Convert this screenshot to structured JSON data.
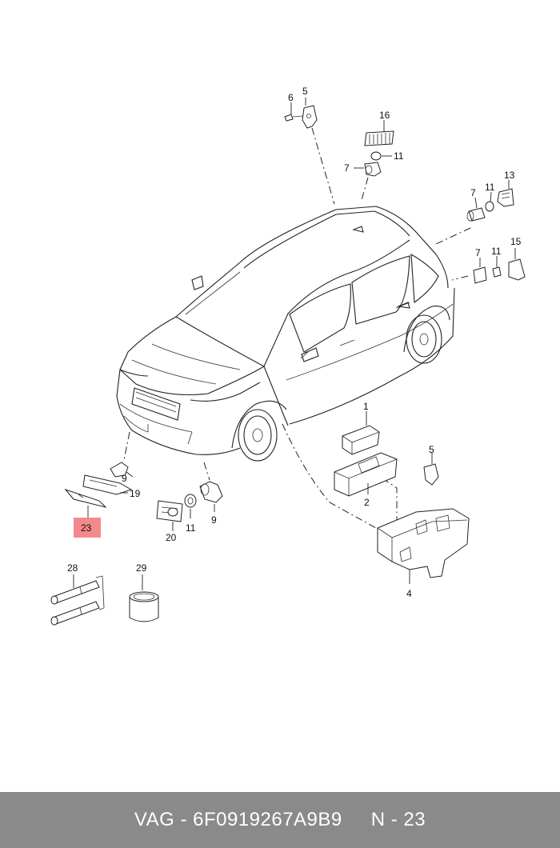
{
  "callouts": {
    "c1": "1",
    "c2": "2",
    "c4": "4",
    "c5a": "5",
    "c5b": "5",
    "c6": "6",
    "c7a": "7",
    "c7b": "7",
    "c7c": "7",
    "c9a": "9",
    "c9b": "9",
    "c11a": "11",
    "c11b": "11",
    "c11c": "11",
    "c11d": "11",
    "c13": "13",
    "c15": "15",
    "c16": "16",
    "c19": "19",
    "c20": "20",
    "c23": "23",
    "c28": "28",
    "c29": "29"
  },
  "highlight": {
    "callout": "23",
    "color": "#f4898b"
  },
  "footer": {
    "brand_part": "VAG - 6F0919267A9B9",
    "page": "N - 23",
    "background": "#8a8a8a"
  }
}
